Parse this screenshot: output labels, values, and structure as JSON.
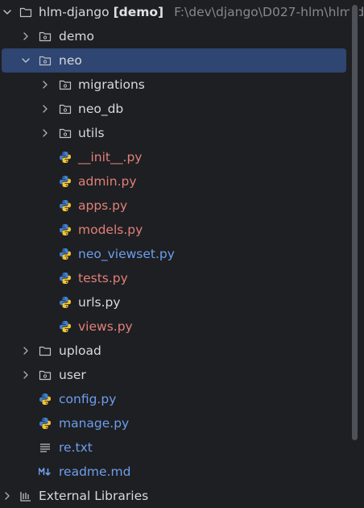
{
  "project": {
    "name": "hlm-django",
    "module": "[demo]",
    "path": "F:\\dev\\django\\D027-hlm\\hlm-d"
  },
  "tree": {
    "demo": "demo",
    "neo": "neo",
    "migrations": "migrations",
    "neo_db": "neo_db",
    "utils": "utils",
    "init": "__init__.py",
    "admin": "admin.py",
    "apps": "apps.py",
    "models": "models.py",
    "neo_viewset": "neo_viewset.py",
    "tests": "tests.py",
    "urls": "urls.py",
    "views": "views.py",
    "upload": "upload",
    "user": "user",
    "config": "config.py",
    "manage": "manage.py",
    "re_txt": "re.txt",
    "readme": "readme.md",
    "external_libraries": "External Libraries"
  },
  "colors": {
    "background": "#1e1f22",
    "selection": "#2f4572",
    "modified_file": "#e0807a",
    "added_file": "#6d9eef",
    "default_text": "#d7d9de",
    "path_text": "#85888d"
  },
  "icons": {
    "folder": "folder-icon",
    "module_folder": "module-folder-icon",
    "python_file": "python-icon",
    "text_file": "text-file-icon",
    "markdown_file": "markdown-icon",
    "library": "library-icon",
    "chevron_right": "chevron-right-icon",
    "chevron_down": "chevron-down-icon"
  }
}
